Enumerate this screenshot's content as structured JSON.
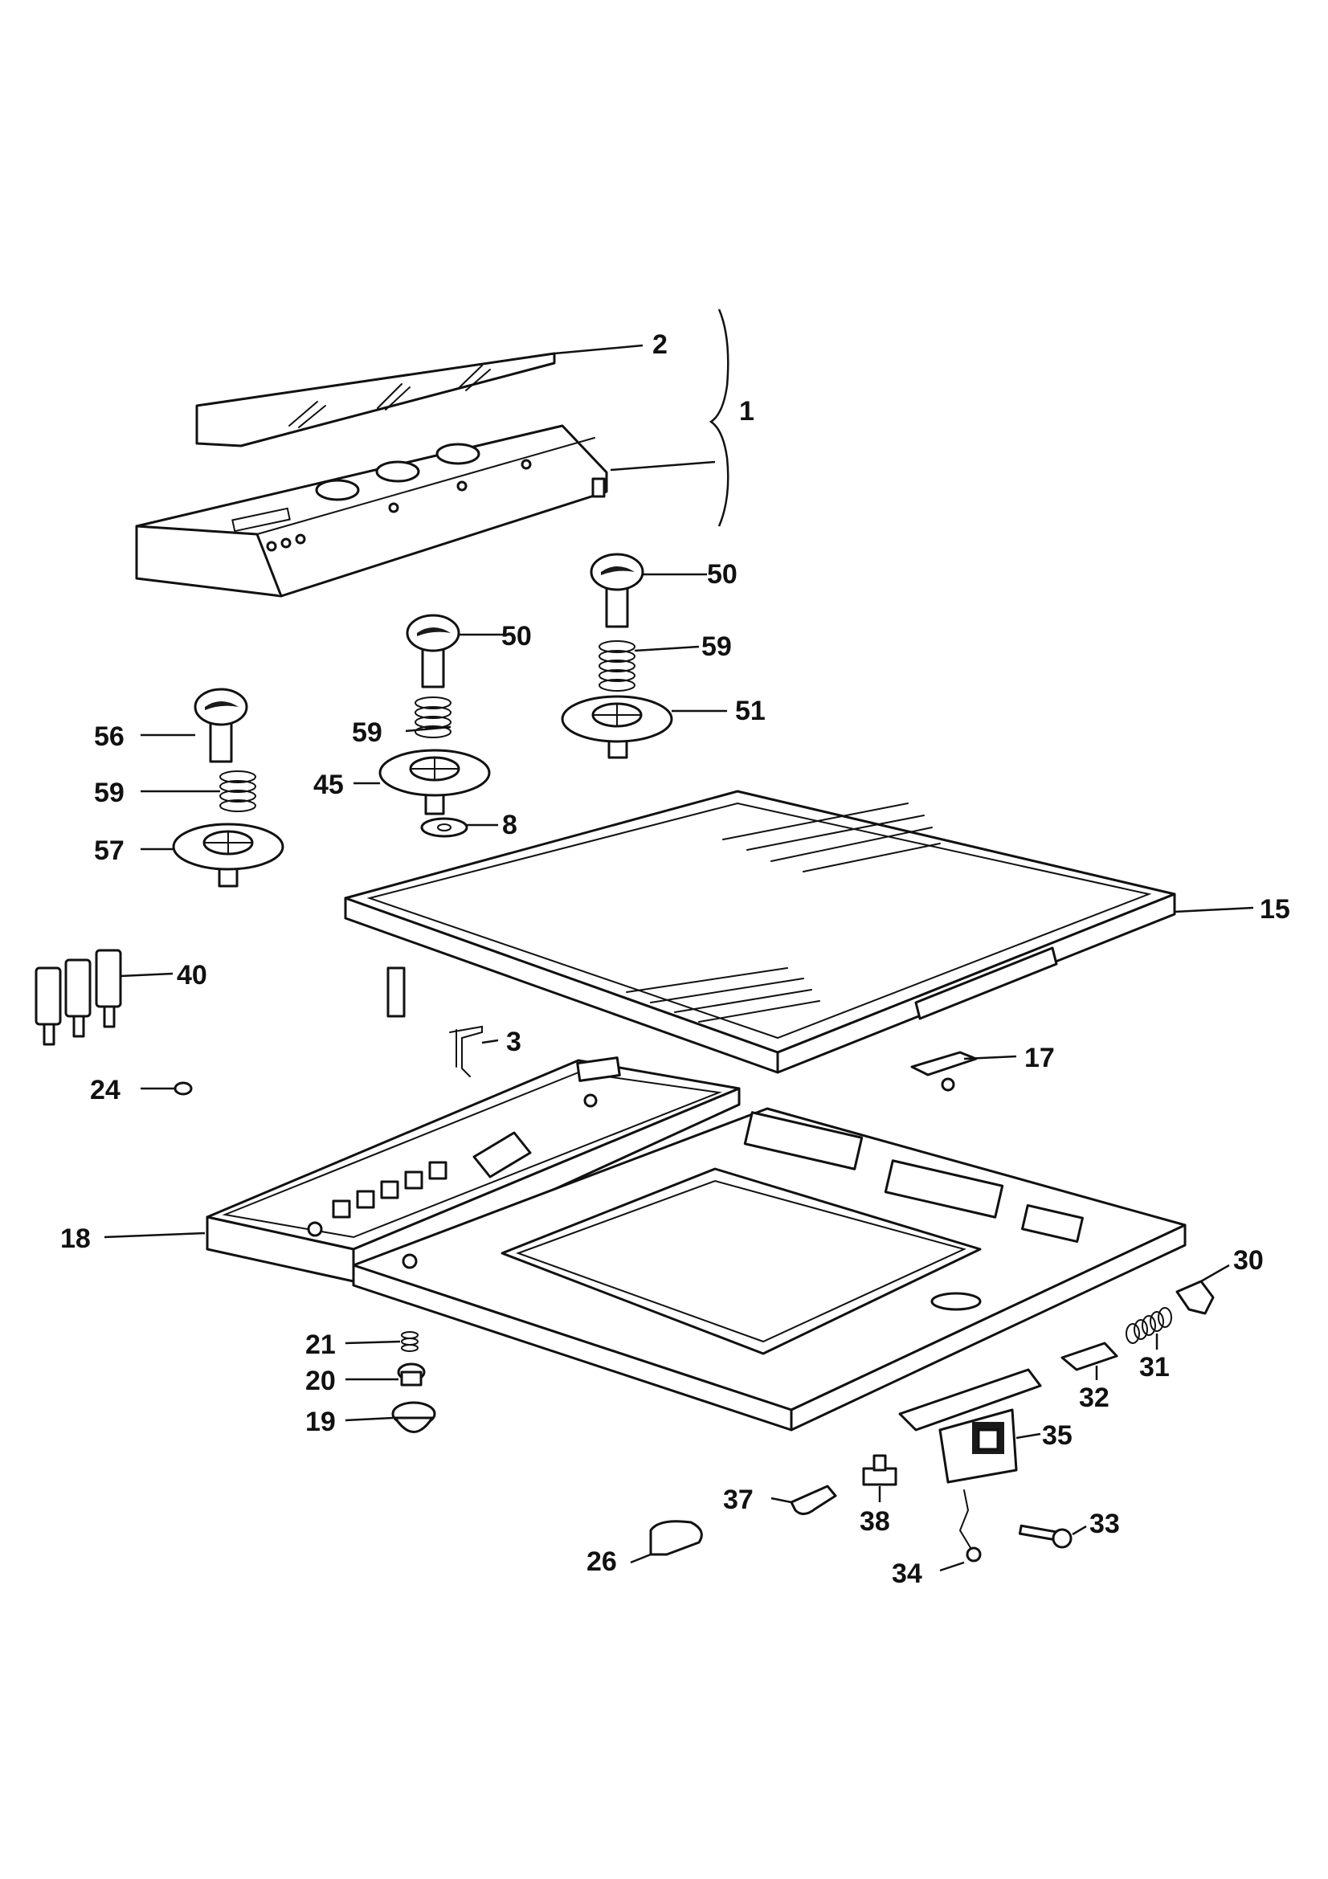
{
  "callouts": {
    "c1": "1",
    "c2": "2",
    "c3": "3",
    "c8": "8",
    "c15": "15",
    "c17": "17",
    "c18": "18",
    "c19": "19",
    "c20": "20",
    "c21": "21",
    "c24": "24",
    "c26": "26",
    "c30": "30",
    "c31": "31",
    "c32": "32",
    "c33": "33",
    "c34": "34",
    "c35": "35",
    "c37": "37",
    "c38": "38",
    "c40": "40",
    "c45": "45",
    "c50a": "50",
    "c50b": "50",
    "c51": "51",
    "c56": "56",
    "c57": "57",
    "c59a": "59",
    "c59b": "59",
    "c59c": "59"
  },
  "colors": {
    "line": "#111111",
    "background": "#ffffff"
  }
}
